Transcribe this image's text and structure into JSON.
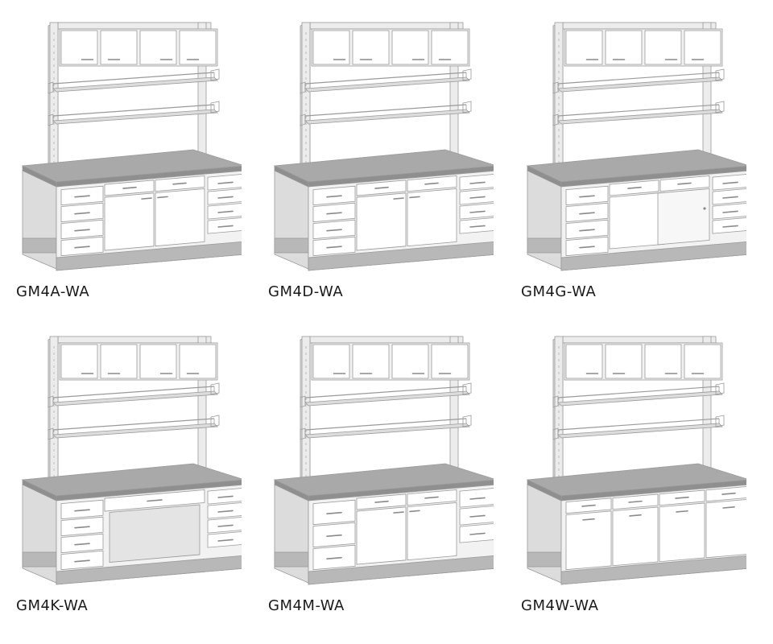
{
  "products": [
    {
      "model": "GM4A-WA",
      "variant": "A"
    },
    {
      "model": "GM4D-WA",
      "variant": "D"
    },
    {
      "model": "GM4G-WA",
      "variant": "G"
    },
    {
      "model": "GM4K-WA",
      "variant": "K"
    },
    {
      "model": "GM4M-WA",
      "variant": "M"
    },
    {
      "model": "GM4W-WA",
      "variant": "W"
    }
  ],
  "colors": {
    "cabinet": "#f2f2f2",
    "cabinet_side": "#dcdcdc",
    "countertop": "#a9a9a9",
    "countertop_edge": "#8f8f8f",
    "plinth": "#b8b8b8",
    "frame": "#ececec",
    "line": "#9a9a9a",
    "handle": "#8a8a8a"
  }
}
